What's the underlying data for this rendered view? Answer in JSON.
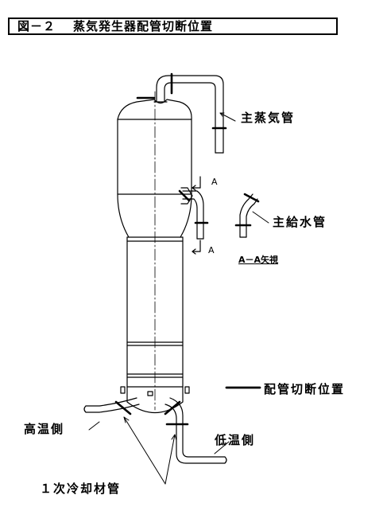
{
  "figure": {
    "number": "図－２",
    "title": "蒸気発生器配管切断位置"
  },
  "labels": {
    "main_steam_pipe": "主蒸気管",
    "main_feedwater_pipe": "主給水管",
    "section_a_top": "A",
    "section_a_bottom": "A",
    "aa_view": "A－A矢視",
    "cut_position_legend": "配管切断位置",
    "hot_side": "高温側",
    "cold_side": "低温側",
    "primary_coolant_pipe": "１次冷却材管"
  }
}
